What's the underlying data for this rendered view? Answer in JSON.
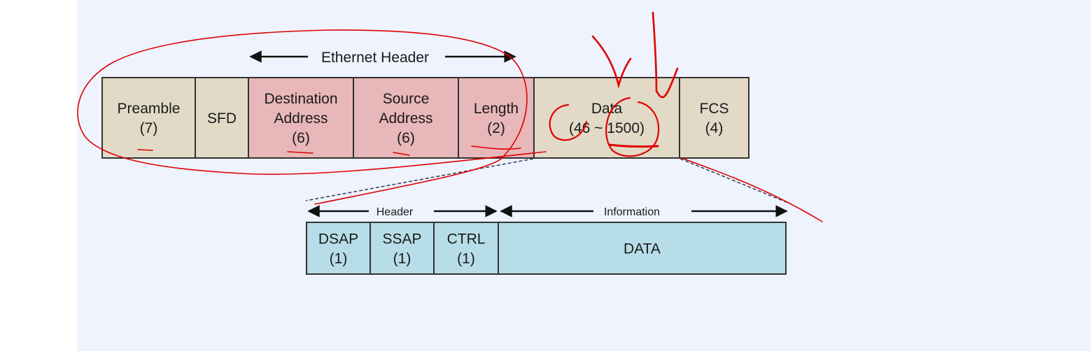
{
  "colors": {
    "background": "#eef3fd",
    "tan": "#e2dac7",
    "pink": "#e8b7b9",
    "blue": "#b7dde8",
    "border": "#333333",
    "annotation": "#e00000",
    "dashed": "#2f3b55"
  },
  "ethernet_frame": {
    "header_label": "Ethernet Header",
    "fields": [
      {
        "id": "preamble",
        "lines": [
          "Preamble",
          "(7)"
        ],
        "fill": "tan"
      },
      {
        "id": "sfd",
        "lines": [
          "SFD"
        ],
        "fill": "tan"
      },
      {
        "id": "destination",
        "lines": [
          "Destination",
          "Address",
          "(6)"
        ],
        "fill": "pink"
      },
      {
        "id": "source",
        "lines": [
          "Source",
          "Address",
          "(6)"
        ],
        "fill": "pink"
      },
      {
        "id": "length",
        "lines": [
          "Length",
          "(2)"
        ],
        "fill": "pink"
      },
      {
        "id": "data",
        "lines": [
          "Data",
          "(46 ~ 1500)"
        ],
        "fill": "tan"
      },
      {
        "id": "fcs",
        "lines": [
          "FCS",
          "(4)"
        ],
        "fill": "tan"
      }
    ]
  },
  "llc_frame": {
    "header_label": "Header",
    "information_label": "Information",
    "fields": [
      {
        "id": "dsap",
        "lines": [
          "DSAP",
          "(1)"
        ],
        "fill": "blue"
      },
      {
        "id": "ssap",
        "lines": [
          "SSAP",
          "(1)"
        ],
        "fill": "blue"
      },
      {
        "id": "ctrl",
        "lines": [
          "CTRL",
          "(1)"
        ],
        "fill": "blue"
      },
      {
        "id": "llc-data",
        "lines": [
          "DATA"
        ],
        "fill": "blue"
      }
    ]
  }
}
